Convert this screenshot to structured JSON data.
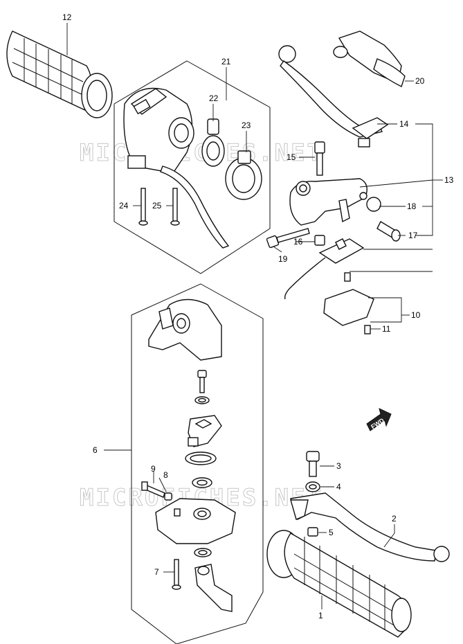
{
  "watermark": "MICROFICHES.NET",
  "fwd_label": "FWD",
  "callouts": {
    "c1": "1",
    "c2": "2",
    "c3": "3",
    "c4": "4",
    "c5": "5",
    "c6": "6",
    "c7": "7",
    "c8": "8",
    "c9": "9",
    "c10": "10",
    "c11": "11",
    "c12": "12",
    "c13": "13",
    "c14": "14",
    "c15": "15",
    "c16": "16",
    "c17": "17",
    "c18": "18",
    "c19": "19",
    "c20": "20",
    "c21": "21",
    "c22": "22",
    "c23": "23",
    "c24": "24",
    "c25": "25"
  }
}
